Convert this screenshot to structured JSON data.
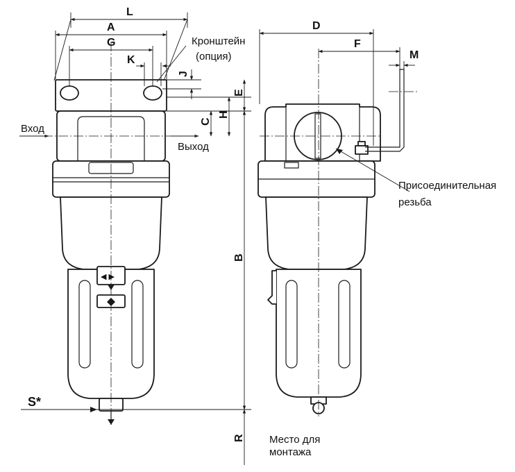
{
  "labels": {
    "inlet": "Вход",
    "outlet": "Выход",
    "bracket_line1": "Кронштейн",
    "bracket_line2": "(опция)",
    "thread_line1": "Присоединительная",
    "thread_line2": "резьба",
    "mount_line1": "Место для",
    "mount_line2": "монтажа",
    "drain": "S*"
  },
  "dimensions": {
    "L": "L",
    "A": "A",
    "G": "G",
    "K": "K",
    "J": "J",
    "E": "E",
    "H": "H",
    "C": "C",
    "B": "B",
    "R": "R",
    "D": "D",
    "F": "F",
    "M": "M"
  }
}
